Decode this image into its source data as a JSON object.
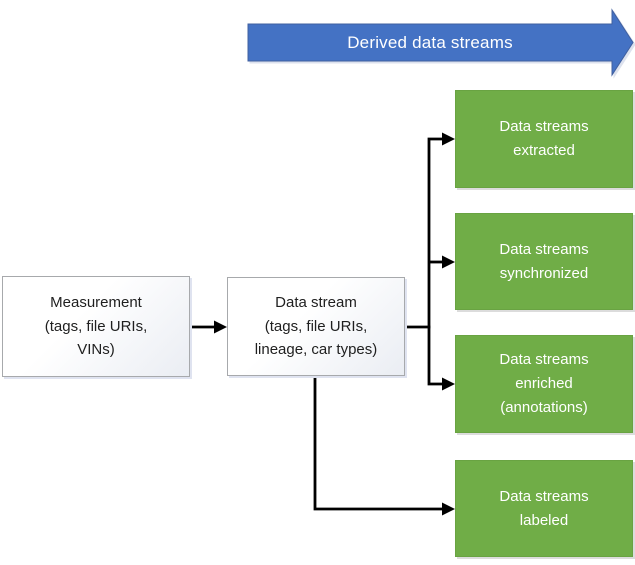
{
  "banner": {
    "label": "Derived data streams",
    "fill": "#4472C4",
    "text_color": "#FFFFFF"
  },
  "source_nodes": {
    "measurement": {
      "lines": [
        "Measurement",
        "(tags, file URIs,",
        "VINs)"
      ]
    },
    "data_stream": {
      "lines": [
        "Data stream",
        "(tags, file URIs,",
        "lineage, car types)"
      ]
    }
  },
  "derived_nodes": [
    {
      "lines": [
        "Data streams",
        "extracted"
      ]
    },
    {
      "lines": [
        "Data streams",
        "synchronized"
      ]
    },
    {
      "lines": [
        "Data streams",
        "enriched",
        "(annotations)"
      ]
    },
    {
      "lines": [
        "Data streams",
        "labeled"
      ]
    }
  ],
  "colors": {
    "derived_box_fill": "#70AD47",
    "derived_box_text": "#FFFFFF",
    "source_box_border": "#A6A6A6",
    "source_box_text": "#1F1F1F",
    "banner_fill": "#4472C4",
    "connector": "#000000"
  }
}
